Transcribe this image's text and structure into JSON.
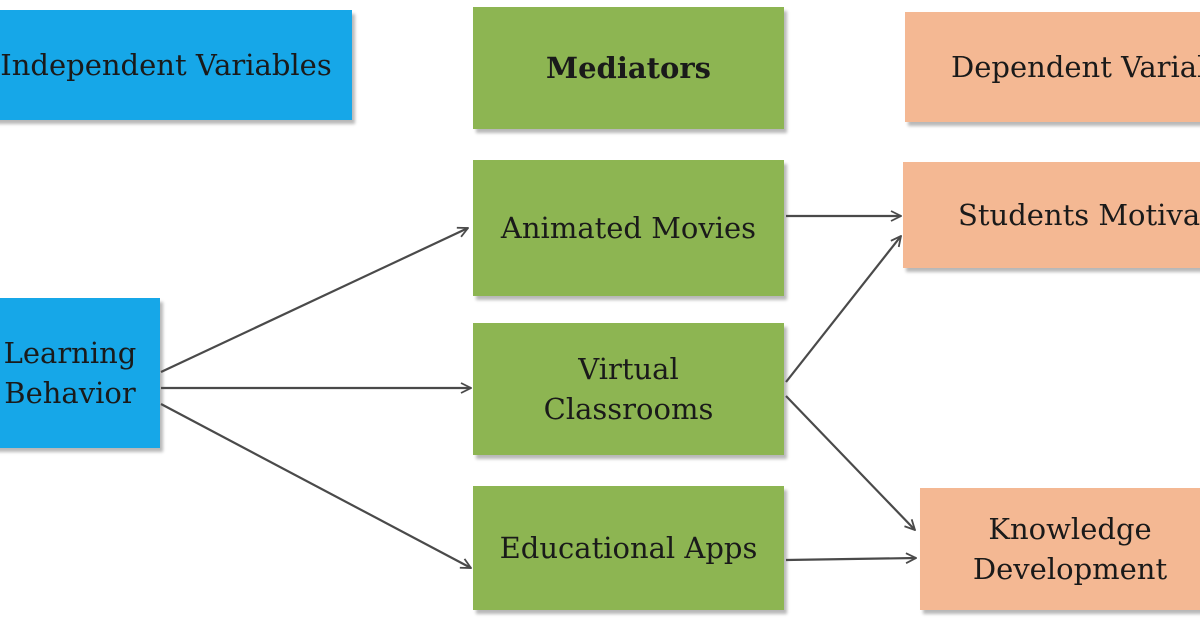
{
  "headers": {
    "independent": "Independent Variables",
    "mediators": "Mediators",
    "dependent": "Dependent Variables"
  },
  "independent": {
    "learning_behavior": [
      "Learning",
      "Behavior"
    ]
  },
  "mediators": {
    "animated_movies": "Animated Movies",
    "virtual_classrooms": [
      "Virtual",
      "Classrooms"
    ],
    "educational_apps": "Educational Apps"
  },
  "dependent": {
    "students_motivation": "Students Motivation",
    "knowledge_development": [
      "Knowledge",
      "Development"
    ]
  },
  "colors": {
    "independent": "#16a7e8",
    "mediator": "#8db552",
    "dependent": "#f4b893",
    "arrow": "#4a4a4a"
  }
}
